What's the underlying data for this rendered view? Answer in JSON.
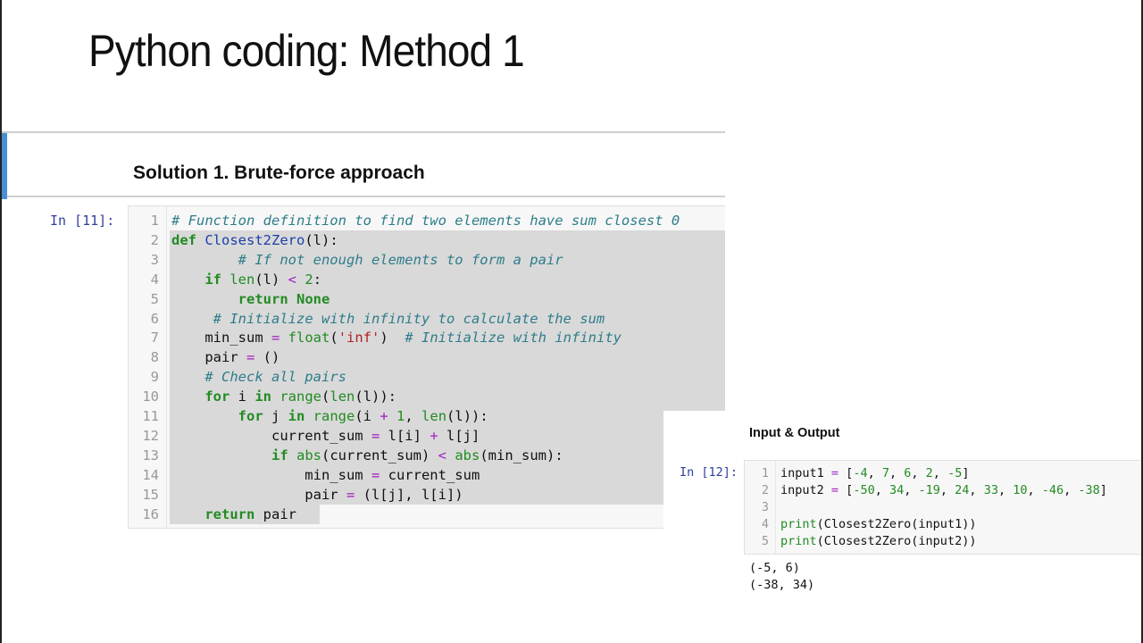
{
  "slide": {
    "title": "Python coding: Method 1"
  },
  "cell_markdown_1": {
    "heading": "Solution 1. Brute-force approach",
    "accent_color": "#4a8fd6"
  },
  "cell_code_1": {
    "prompt": "In [11]:",
    "lines": [
      {
        "n": "1",
        "tokens": [
          {
            "t": "# Function definition to find two elements have sum closest 0",
            "c": "com"
          }
        ]
      },
      {
        "n": "2",
        "tokens": [
          {
            "t": "def",
            "c": "kw"
          },
          {
            "t": " "
          },
          {
            "t": "Closest2Zero",
            "c": "fn"
          },
          {
            "t": "(l):"
          }
        ]
      },
      {
        "n": "3",
        "tokens": [
          {
            "t": "        "
          },
          {
            "t": "# If not enough elements to form a pair",
            "c": "com"
          }
        ]
      },
      {
        "n": "4",
        "tokens": [
          {
            "t": "    "
          },
          {
            "t": "if",
            "c": "kw"
          },
          {
            "t": " "
          },
          {
            "t": "len",
            "c": "bi"
          },
          {
            "t": "(l) "
          },
          {
            "t": "<",
            "c": "op"
          },
          {
            "t": " "
          },
          {
            "t": "2",
            "c": "num"
          },
          {
            "t": ":"
          }
        ]
      },
      {
        "n": "5",
        "tokens": [
          {
            "t": "        "
          },
          {
            "t": "return",
            "c": "kw"
          },
          {
            "t": " "
          },
          {
            "t": "None",
            "c": "kw"
          }
        ]
      },
      {
        "n": "6",
        "tokens": [
          {
            "t": "     "
          },
          {
            "t": "# Initialize with infinity to calculate the sum",
            "c": "com"
          }
        ]
      },
      {
        "n": "7",
        "tokens": [
          {
            "t": "    min_sum "
          },
          {
            "t": "=",
            "c": "op"
          },
          {
            "t": " "
          },
          {
            "t": "float",
            "c": "bi"
          },
          {
            "t": "("
          },
          {
            "t": "'inf'",
            "c": "str"
          },
          {
            "t": ")  "
          },
          {
            "t": "# Initialize with infinity",
            "c": "com"
          }
        ]
      },
      {
        "n": "8",
        "tokens": [
          {
            "t": "    pair "
          },
          {
            "t": "=",
            "c": "op"
          },
          {
            "t": " ()"
          }
        ]
      },
      {
        "n": "9",
        "tokens": [
          {
            "t": "    "
          },
          {
            "t": "# Check all pairs",
            "c": "com"
          }
        ]
      },
      {
        "n": "10",
        "tokens": [
          {
            "t": "    "
          },
          {
            "t": "for",
            "c": "kw"
          },
          {
            "t": " i "
          },
          {
            "t": "in",
            "c": "kw"
          },
          {
            "t": " "
          },
          {
            "t": "range",
            "c": "bi"
          },
          {
            "t": "("
          },
          {
            "t": "len",
            "c": "bi"
          },
          {
            "t": "(l)):"
          }
        ]
      },
      {
        "n": "11",
        "tokens": [
          {
            "t": "        "
          },
          {
            "t": "for",
            "c": "kw"
          },
          {
            "t": " j "
          },
          {
            "t": "in",
            "c": "kw"
          },
          {
            "t": " "
          },
          {
            "t": "range",
            "c": "bi"
          },
          {
            "t": "(i "
          },
          {
            "t": "+",
            "c": "op"
          },
          {
            "t": " "
          },
          {
            "t": "1",
            "c": "num"
          },
          {
            "t": ", "
          },
          {
            "t": "len",
            "c": "bi"
          },
          {
            "t": "(l)):"
          }
        ]
      },
      {
        "n": "12",
        "tokens": [
          {
            "t": "            current_sum "
          },
          {
            "t": "=",
            "c": "op"
          },
          {
            "t": " l[i] "
          },
          {
            "t": "+",
            "c": "op"
          },
          {
            "t": " l[j]"
          }
        ]
      },
      {
        "n": "13",
        "tokens": [
          {
            "t": "            "
          },
          {
            "t": "if",
            "c": "kw"
          },
          {
            "t": " "
          },
          {
            "t": "abs",
            "c": "bi"
          },
          {
            "t": "(current_sum) "
          },
          {
            "t": "<",
            "c": "op"
          },
          {
            "t": " "
          },
          {
            "t": "abs",
            "c": "bi"
          },
          {
            "t": "(min_sum):"
          }
        ]
      },
      {
        "n": "14",
        "tokens": [
          {
            "t": "                min_sum "
          },
          {
            "t": "=",
            "c": "op"
          },
          {
            "t": " current_sum"
          }
        ]
      },
      {
        "n": "15",
        "tokens": [
          {
            "t": "                pair "
          },
          {
            "t": "=",
            "c": "op"
          },
          {
            "t": " (l[j], l[i])"
          }
        ]
      },
      {
        "n": "16",
        "tokens": [
          {
            "t": "    "
          },
          {
            "t": "return",
            "c": "kw"
          },
          {
            "t": " pair"
          }
        ]
      }
    ]
  },
  "cell_markdown_2": {
    "heading": "Input & Output"
  },
  "cell_code_2": {
    "prompt": "In [12]:",
    "lines": [
      {
        "n": "1",
        "tokens": [
          {
            "t": "input1 "
          },
          {
            "t": "=",
            "c": "op"
          },
          {
            "t": " ["
          },
          {
            "t": "-4",
            "c": "num"
          },
          {
            "t": ", "
          },
          {
            "t": "7",
            "c": "num"
          },
          {
            "t": ", "
          },
          {
            "t": "6",
            "c": "num"
          },
          {
            "t": ", "
          },
          {
            "t": "2",
            "c": "num"
          },
          {
            "t": ", "
          },
          {
            "t": "-5",
            "c": "num"
          },
          {
            "t": "]"
          }
        ]
      },
      {
        "n": "2",
        "tokens": [
          {
            "t": "input2 "
          },
          {
            "t": "=",
            "c": "op"
          },
          {
            "t": " ["
          },
          {
            "t": "-50",
            "c": "num"
          },
          {
            "t": ", "
          },
          {
            "t": "34",
            "c": "num"
          },
          {
            "t": ", "
          },
          {
            "t": "-19",
            "c": "num"
          },
          {
            "t": ", "
          },
          {
            "t": "24",
            "c": "num"
          },
          {
            "t": ", "
          },
          {
            "t": "33",
            "c": "num"
          },
          {
            "t": ", "
          },
          {
            "t": "10",
            "c": "num"
          },
          {
            "t": ", "
          },
          {
            "t": "-46",
            "c": "num"
          },
          {
            "t": ", "
          },
          {
            "t": "-38",
            "c": "num"
          },
          {
            "t": "]"
          }
        ]
      },
      {
        "n": "3",
        "tokens": []
      },
      {
        "n": "4",
        "tokens": [
          {
            "t": "print",
            "c": "bi"
          },
          {
            "t": "(Closest2Zero(input1))"
          }
        ]
      },
      {
        "n": "5",
        "tokens": [
          {
            "t": "print",
            "c": "bi"
          },
          {
            "t": "(Closest2Zero(input2))"
          }
        ]
      }
    ],
    "output": [
      "(-5, 6)",
      "(-38, 34)"
    ]
  },
  "colors": {
    "comment": "#2e7d8a",
    "keyword": "#228b22",
    "function_name": "#1a3fa8",
    "operator": "#a020c0",
    "string": "#b22222",
    "prompt": "#303f9f",
    "selection": "#d9d9d9"
  }
}
